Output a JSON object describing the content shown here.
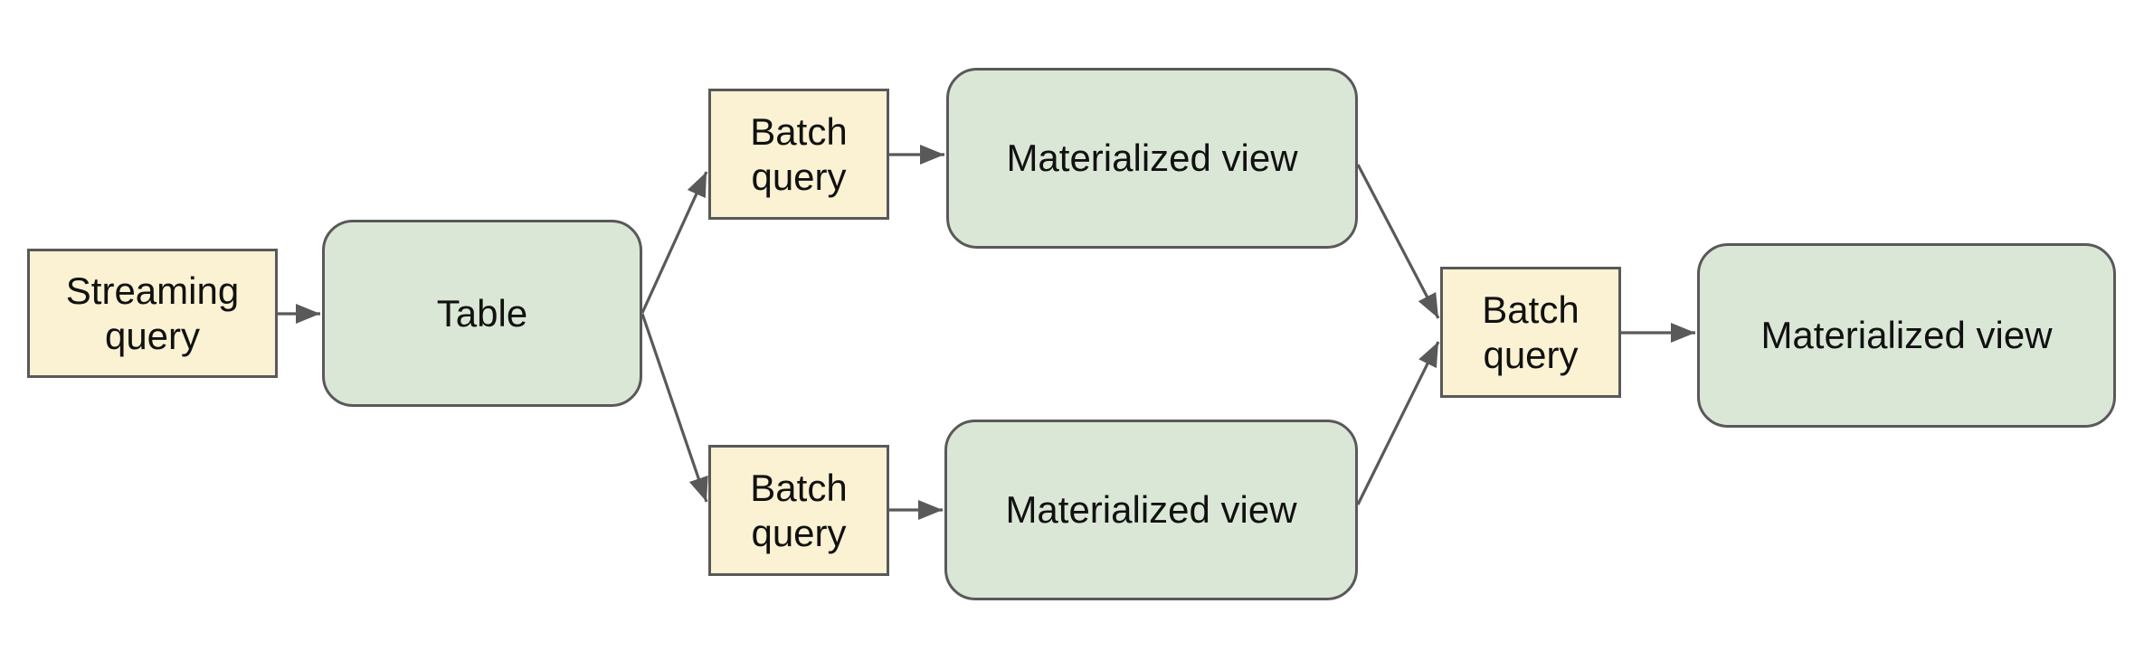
{
  "diagram": {
    "nodes": [
      {
        "id": "streaming-query",
        "label": "Streaming query",
        "kind": "query"
      },
      {
        "id": "table",
        "label": "Table",
        "kind": "data"
      },
      {
        "id": "batch-query-top",
        "label": "Batch query",
        "kind": "query"
      },
      {
        "id": "materialized-view-top",
        "label": "Materialized view",
        "kind": "data"
      },
      {
        "id": "batch-query-bottom",
        "label": "Batch query",
        "kind": "query"
      },
      {
        "id": "materialized-view-bottom",
        "label": "Materialized view",
        "kind": "data"
      },
      {
        "id": "batch-query-merge",
        "label": "Batch query",
        "kind": "query"
      },
      {
        "id": "materialized-view-final",
        "label": "Materialized view",
        "kind": "data"
      }
    ],
    "edges": [
      {
        "from": "streaming-query",
        "to": "table"
      },
      {
        "from": "table",
        "to": "batch-query-top"
      },
      {
        "from": "table",
        "to": "batch-query-bottom"
      },
      {
        "from": "batch-query-top",
        "to": "materialized-view-top"
      },
      {
        "from": "batch-query-bottom",
        "to": "materialized-view-bottom"
      },
      {
        "from": "materialized-view-top",
        "to": "batch-query-merge"
      },
      {
        "from": "materialized-view-bottom",
        "to": "batch-query-merge"
      },
      {
        "from": "batch-query-merge",
        "to": "materialized-view-final"
      }
    ],
    "colors": {
      "query_node_fill": "#faf2d3",
      "data_node_fill": "#dbe7d6",
      "node_border": "#595959",
      "arrow": "#595959",
      "label_text": "#111111",
      "background": "#ffffff"
    }
  }
}
